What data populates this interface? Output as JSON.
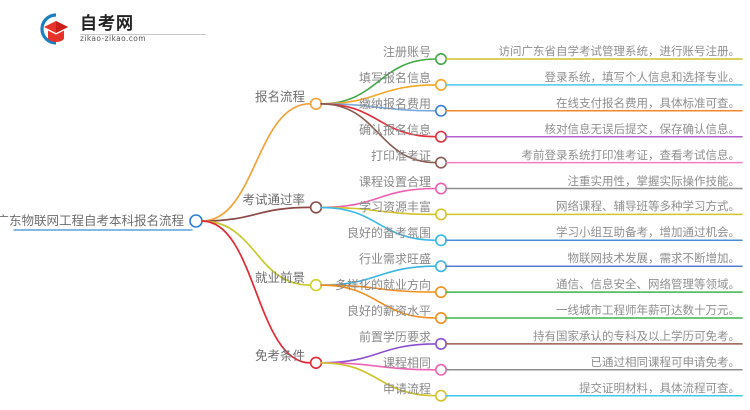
{
  "logo": {
    "title": "自考网",
    "domain": "zikao-zikao.com",
    "mark_icon": "graduation-cap-icon",
    "arc_color": "#1a7fc1",
    "cap_color": "#e8332a"
  },
  "mindmap": {
    "root": {
      "label": "广东物联网工程自考本科报名流程",
      "node_color": "#2b7fd4",
      "underline_color": "#3b8fd8"
    },
    "branches": [
      {
        "label": "报名流程",
        "node_color": "#f2a33c",
        "trunk_color": "#f2a33c",
        "children": [
          {
            "label": "注册账号",
            "node_color": "#3fa845",
            "link_color": "#3fa845",
            "detail": "访问广东省自学考试管理系统，进行账号注册。",
            "detail_line_color": "#cfc02e"
          },
          {
            "label": "填写报名信息",
            "node_color": "#f5a623",
            "link_color": "#f5a623",
            "detail": "登录系统，填写个人信息和选择专业。",
            "detail_line_color": "#49c7ee"
          },
          {
            "label": "缴纳报名费用",
            "node_color": "#3d7fd4",
            "link_color": "#7aa9dd",
            "detail": "在线支付报名费用，具体标准可查。",
            "detail_line_color": "#f08a2b"
          },
          {
            "label": "确认报名信息",
            "node_color": "#e0303c",
            "link_color": "#e0303c",
            "detail": "核对信息无误后提交，保存确认信息。",
            "detail_line_color": "#b45fd0"
          },
          {
            "label": "打印准考证",
            "node_color": "#8a5c50",
            "link_color": "#8a5c50",
            "detail": "考前登录系统打印准考证，查看考试信息。",
            "detail_line_color": "#f07ec0"
          }
        ]
      },
      {
        "label": "考试通过率",
        "node_color": "#8a4a48",
        "trunk_color": "#8a4a48",
        "children": [
          {
            "label": "课程设置合理",
            "node_color": "#ef5fb0",
            "link_color": "#ef5fb0",
            "detail": "注重实用性，掌握实际操作技能。",
            "detail_line_color": "#8e8e8e"
          },
          {
            "label": "学习资源丰富",
            "node_color": "#d4c32a",
            "link_color": "#d4c32a",
            "detail": "网络课程、辅导班等多种学习方式。",
            "detail_line_color": "#d4c32a"
          },
          {
            "label": "良好的备考氛围",
            "node_color": "#3ab8e8",
            "link_color": "#3ab8e8",
            "detail": "学习小组互助备考，增加通过机会。",
            "detail_line_color": "#4a8fd6"
          }
        ]
      },
      {
        "label": "就业前景",
        "node_color": "#d2cf2b",
        "trunk_color": "#c8c82e",
        "children": [
          {
            "label": "行业需求旺盛",
            "node_color": "#3ab4e0",
            "link_color": "#3ab4e0",
            "detail": "物联网技术发展，需求不断增加。",
            "detail_line_color": "#5a7fd0"
          },
          {
            "label": "多样化的就业方向",
            "node_color": "#f2901f",
            "link_color": "#f2901f",
            "detail": "通信、信息安全、网络管理等领域。",
            "detail_line_color": "#3fb54a"
          },
          {
            "label": "良好的薪资水平",
            "node_color": "#f2901f",
            "link_color": "#f2901f",
            "detail": "一线城市工程师年薪可达数十万元。",
            "detail_line_color": "#3fb54a"
          }
        ]
      },
      {
        "label": "免考条件",
        "node_color": "#e02a36",
        "trunk_color": "#e02a36",
        "children": [
          {
            "label": "前置学历要求",
            "node_color": "#8a4fcf",
            "link_color": "#8a4fcf",
            "detail": "持有国家承认的专科及以上学历可免考。",
            "detail_line_color": "#9a5b4a"
          },
          {
            "label": "课程相同",
            "node_color": "#ee63b4",
            "link_color": "#ee63b4",
            "detail": "已通过相同课程可申请免考。",
            "detail_line_color": "#8e8e8e"
          },
          {
            "label": "申请流程",
            "node_color": "#cfc42c",
            "link_color": "#cfc42c",
            "detail": "提交证明材料，具体流程可查。",
            "detail_line_color": "#3ec8e8"
          }
        ]
      }
    ]
  }
}
